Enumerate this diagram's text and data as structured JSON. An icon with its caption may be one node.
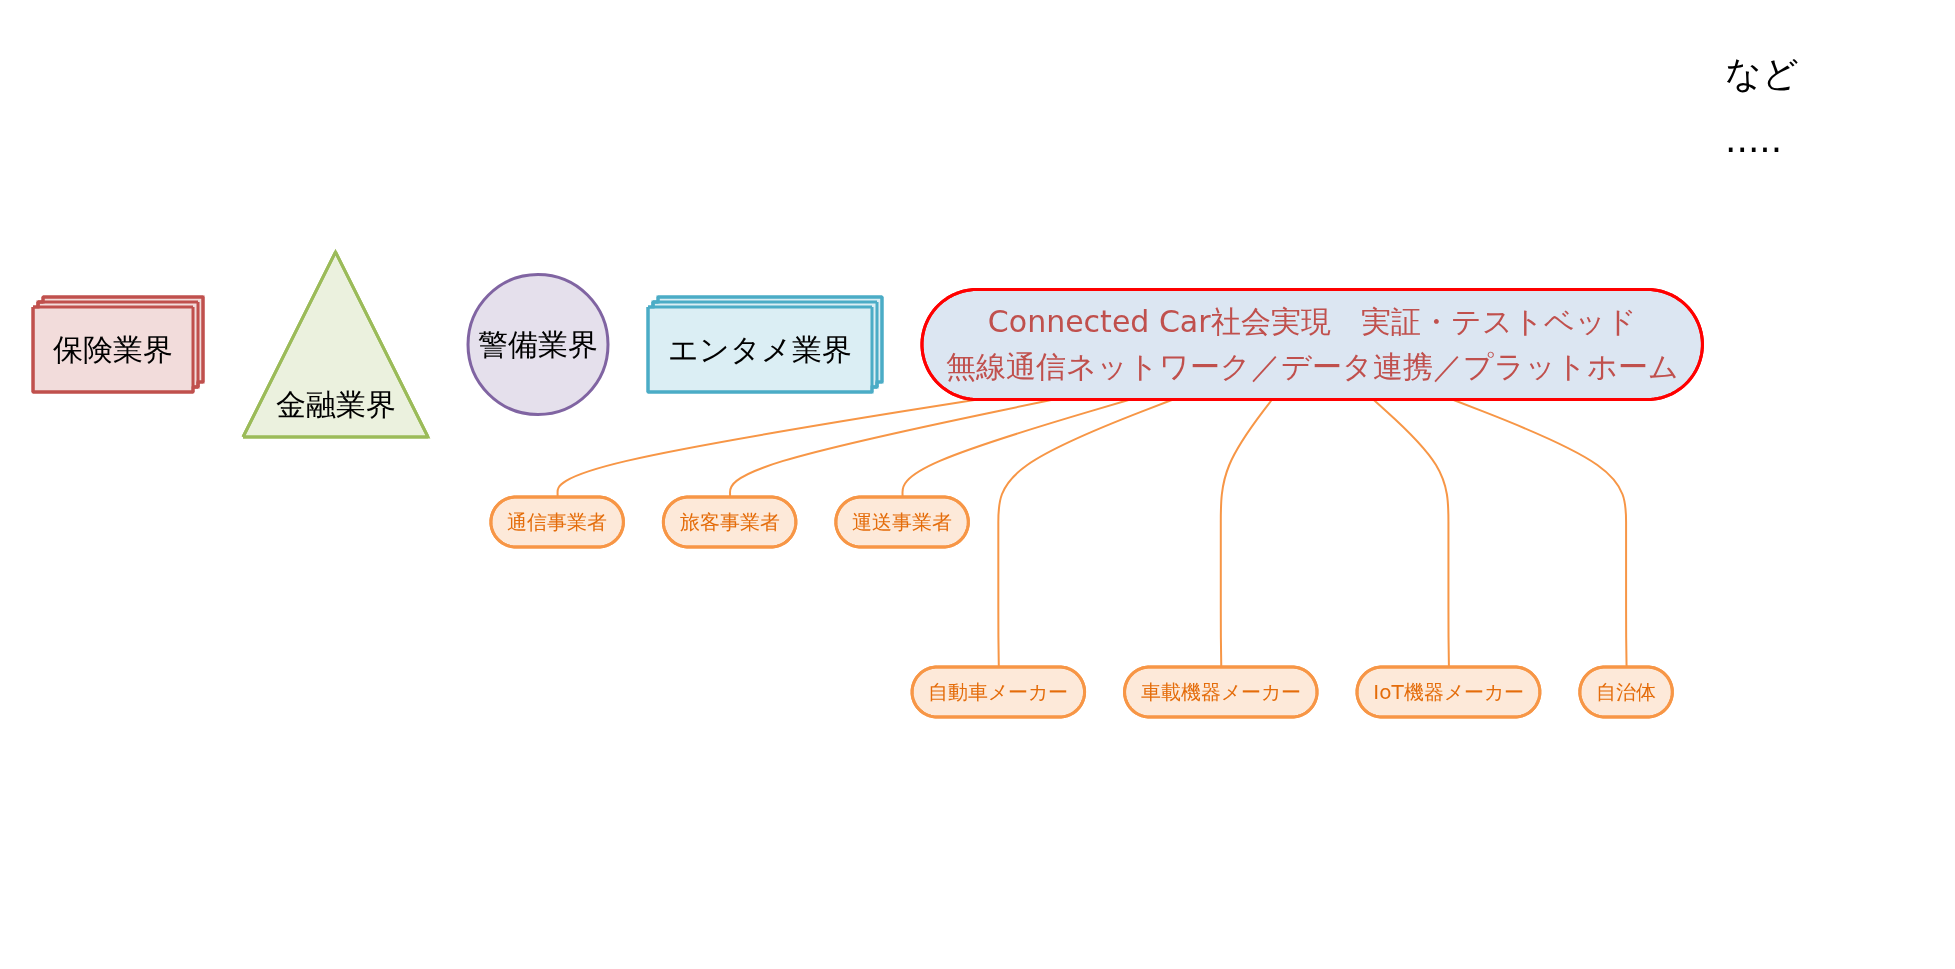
{
  "diagram": {
    "nodes": [
      {
        "text": [
          "保険業界"
        ]
      },
      {
        "text": [
          "金融業界"
        ]
      },
      {
        "text": [
          "警備業界"
        ]
      },
      {
        "text": [
          "エンタメ業界"
        ]
      },
      {
        "text": [
          "Connected Car社会実現　実証・テストベッド",
          "無線通信ネットワーク／データ連携／プラットホーム"
        ]
      },
      {
        "text": [
          "通信事業者"
        ]
      },
      {
        "text": [
          "旅客事業者"
        ]
      },
      {
        "text": [
          "運送事業者"
        ]
      },
      {
        "text": [
          "自動車メーカー"
        ]
      },
      {
        "text": [
          "車載機器メーカー"
        ]
      },
      {
        "text": [
          "IoT機器メーカー"
        ]
      },
      {
        "text": [
          "自治体"
        ]
      }
    ],
    "edges": [
      {
        "from": 4,
        "to": 8,
        "arrow": "none"
      },
      {
        "from": 4,
        "to": 5,
        "arrow": "none"
      },
      {
        "from": 4,
        "to": 9,
        "arrow": "none"
      },
      {
        "from": 4,
        "to": 6,
        "arrow": "none"
      },
      {
        "from": 4,
        "to": 10,
        "arrow": "none"
      },
      {
        "from": 4,
        "to": 7,
        "arrow": "none"
      },
      {
        "from": 4,
        "to": 11,
        "arrow": "none"
      }
    ],
    "labels": [
      "など",
      "....."
    ]
  }
}
